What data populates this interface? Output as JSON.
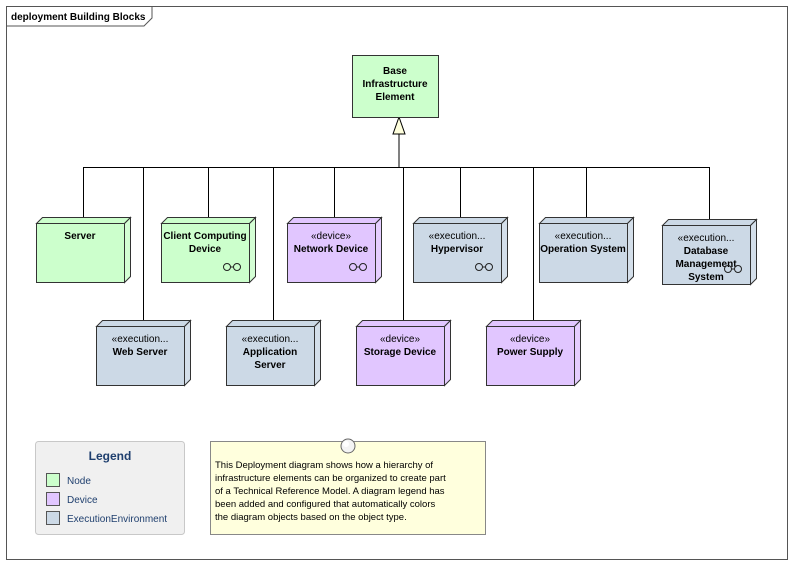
{
  "frame": {
    "title": "deployment Building Blocks"
  },
  "colors": {
    "node": "#ccffcc",
    "device": "#e1c6ff",
    "execution": "#ccd9e6",
    "edge": "#000000",
    "note": "#ffffdd",
    "legend_bg": "#f0f0f0"
  },
  "nodes": {
    "base": {
      "kind": "node",
      "stereotype": "",
      "lines": [
        "Base",
        "Infrastructure",
        "Element"
      ],
      "link_icon": false
    },
    "server": {
      "kind": "node",
      "stereotype": "",
      "lines": [
        "Server"
      ],
      "link_icon": false
    },
    "client": {
      "kind": "node",
      "stereotype": "",
      "lines": [
        "Client Computing",
        "Device"
      ],
      "link_icon": true
    },
    "network": {
      "kind": "device",
      "stereotype": "«device»",
      "lines": [
        "Network Device"
      ],
      "link_icon": true
    },
    "hypervisor": {
      "kind": "execution",
      "stereotype": "«execution...",
      "lines": [
        "Hypervisor"
      ],
      "link_icon": true
    },
    "opsys": {
      "kind": "execution",
      "stereotype": "«execution...",
      "lines": [
        "Operation System"
      ],
      "link_icon": false
    },
    "dbms": {
      "kind": "execution",
      "stereotype": "«execution...",
      "lines": [
        "Database",
        "Management",
        "System"
      ],
      "link_icon": true
    },
    "webserver": {
      "kind": "execution",
      "stereotype": "«execution...",
      "lines": [
        "Web Server"
      ],
      "link_icon": false
    },
    "appserver": {
      "kind": "execution",
      "stereotype": "«execution...",
      "lines": [
        "Application",
        "Server"
      ],
      "link_icon": false
    },
    "storage": {
      "kind": "device",
      "stereotype": "«device»",
      "lines": [
        "Storage Device"
      ],
      "link_icon": false
    },
    "power": {
      "kind": "device",
      "stereotype": "«device»",
      "lines": [
        "Power Supply"
      ],
      "link_icon": false
    }
  },
  "legend": {
    "title": "Legend",
    "items": [
      {
        "kind": "node",
        "label": "Node"
      },
      {
        "kind": "device",
        "label": "Device"
      },
      {
        "kind": "execution",
        "label": "ExecutionEnvironment"
      }
    ]
  },
  "note": {
    "lines": [
      "This Deployment diagram shows how a hierarchy of",
      "infrastructure elements can be organized to create part",
      "of a Technical Reference Model. A diagram legend has",
      "been added and configured that automatically colors",
      "the diagram objects based on the object type."
    ]
  }
}
